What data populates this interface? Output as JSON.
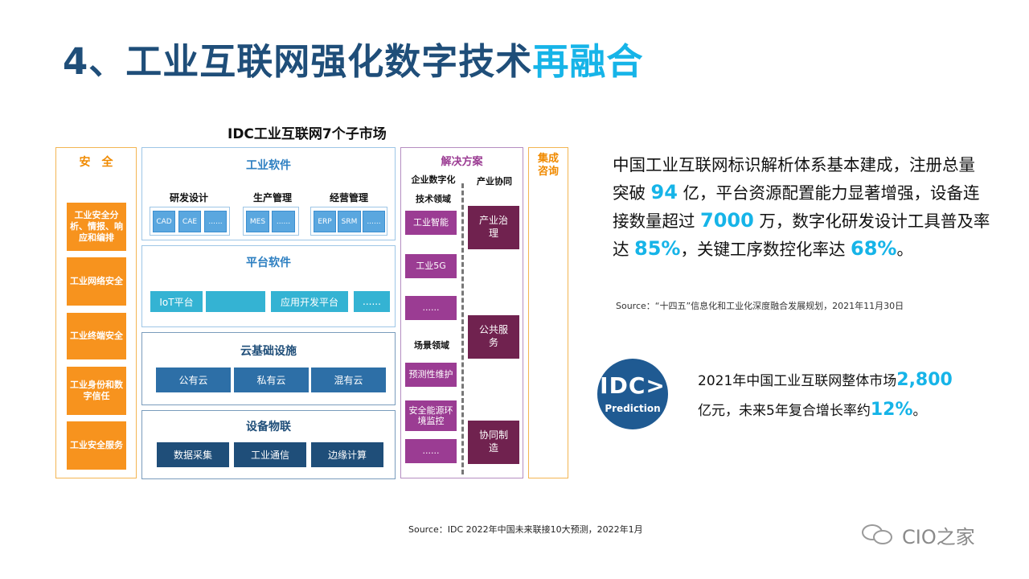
{
  "slide": {
    "title_main": "4、工业互联网强化数字技术",
    "title_highlight": "再融合"
  },
  "diagram": {
    "title": "IDC工业互联网7个子市场",
    "security": {
      "header": "安全",
      "items": [
        "工业安全分析、情报、响应和编排",
        "工业网络安全",
        "工业终端安全",
        "工业身份和数字信任",
        "工业安全服务"
      ]
    },
    "industrial_software": {
      "title": "工业软件",
      "groups": [
        {
          "label": "研发设计",
          "chips": [
            "CAD",
            "CAE",
            "......"
          ]
        },
        {
          "label": "生产管理",
          "chips": [
            "MES",
            "......"
          ]
        },
        {
          "label": "经营管理",
          "chips": [
            "ERP",
            "SRM",
            "......"
          ]
        }
      ]
    },
    "platform_software": {
      "title": "平台软件",
      "bars": [
        "IoT平台",
        "",
        "应用开发平台",
        "......"
      ]
    },
    "cloud": {
      "title": "云基础设施",
      "items": [
        "公有云",
        "私有云",
        "混有云"
      ]
    },
    "iot": {
      "title": "设备物联",
      "items": [
        "数据采集",
        "工业通信",
        "边缘计算"
      ]
    },
    "solutions": {
      "header": "解决方案",
      "col1_header": "企业数字化",
      "col2_header": "产业协同",
      "tech_label": "技术领域",
      "tech_items": [
        "工业智能",
        "工业5G",
        "......"
      ],
      "scene_label": "场景领域",
      "scene_items": [
        "预测性维护",
        "安全能源环境监控",
        "......"
      ],
      "coop_items": [
        "产业治理",
        "公共服务",
        "协同制造"
      ]
    },
    "integration": {
      "header": "集成咨询"
    }
  },
  "info": {
    "p1": "中国工业互联网标识解析体系基本建成，注册总量突破 ",
    "n1": "94",
    "p2": " 亿，平台资源配置能力显著增强，设备连接数量超过 ",
    "n2": "7000",
    "p3": " 万，数字化研发设计工具普及率达 ",
    "n3": "85%",
    "p4": "，关键工序数控化率达 ",
    "n4": "68%",
    "p5": "。",
    "source": "Source：“十四五”信息化和工业化深度融合发展规划，2021年11月30日"
  },
  "logo": {
    "big": "IDC>",
    "small": "Prediction"
  },
  "market": {
    "p1": "2021年中国工业互联网整体市场",
    "n1": "2,800",
    "p2": "亿元，未来5年复合增长率约",
    "n2": "12%",
    "p3": "。"
  },
  "footer": {
    "source": "Source：IDC   2022年中国未来联接10大预测，2022年1月",
    "watermark": "CIO之家"
  },
  "colors": {
    "title_dark": "#1f4e79",
    "accent_cyan": "#16b4e8",
    "security_orange": "#f7931e",
    "solution_purple": "#9b3c93",
    "solution_dark": "#70224f"
  }
}
